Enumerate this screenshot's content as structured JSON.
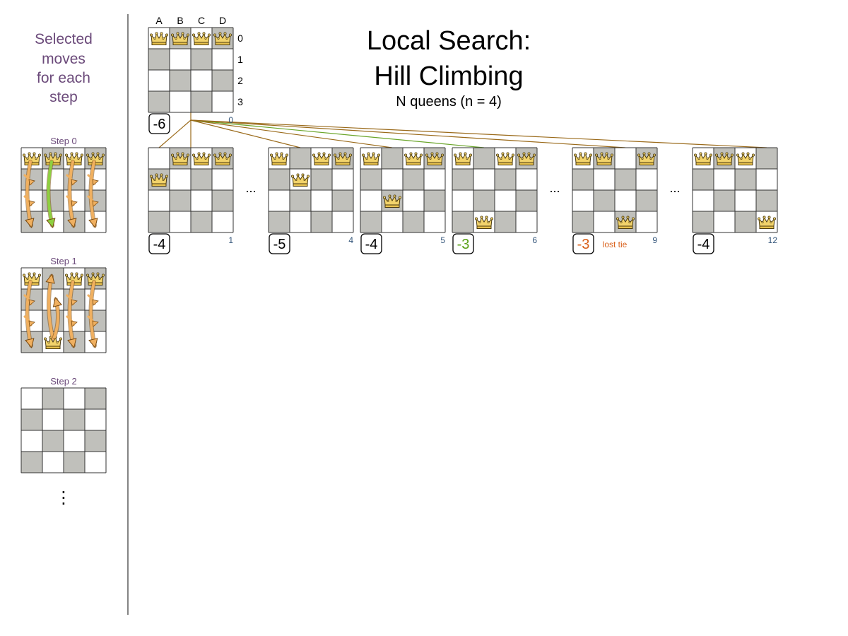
{
  "title_line1": "Local Search:",
  "title_line2": "Hill Climbing",
  "subtitle": "N queens (n = 4)",
  "sidebar_label": [
    "Selected",
    "moves",
    "for each",
    "step"
  ],
  "vdots": "⋮",
  "ellipsis": "...",
  "col_labels": [
    "A",
    "B",
    "C",
    "D"
  ],
  "row_labels": [
    "0",
    "1",
    "2",
    "3"
  ],
  "colors": {
    "label_purple": "#6b4a7a",
    "score_green": "#5aa117",
    "score_orange": "#d9601a",
    "index_blue": "#33557a",
    "edge_brown": "#9a6a1a",
    "edge_green": "#6aa52a",
    "arrow_orange": "#f0b060",
    "arrow_green": "#8ed040",
    "queen_gold": "#f2d36b",
    "dark_cell": "#c0c0bb"
  },
  "root": {
    "score": "-6",
    "index": "0",
    "queens": [
      0,
      0,
      0,
      0
    ]
  },
  "candidates": [
    {
      "score": "-4",
      "index": "1",
      "queens": [
        1,
        0,
        0,
        0
      ],
      "style": "normal",
      "note": "",
      "edge": "brown"
    },
    {
      "score": "-5",
      "index": "4",
      "queens": [
        0,
        1,
        0,
        0
      ],
      "style": "normal",
      "note": "",
      "edge": "brown"
    },
    {
      "score": "-4",
      "index": "5",
      "queens": [
        0,
        2,
        0,
        0
      ],
      "style": "normal",
      "note": "",
      "edge": "brown"
    },
    {
      "score": "-3",
      "index": "6",
      "queens": [
        0,
        3,
        0,
        0
      ],
      "style": "selected",
      "note": "",
      "edge": "green"
    },
    {
      "score": "-3",
      "index": "9",
      "queens": [
        0,
        0,
        3,
        0
      ],
      "style": "lost",
      "note": "lost tie",
      "edge": "brown"
    },
    {
      "score": "-4",
      "index": "12",
      "queens": [
        0,
        0,
        0,
        3
      ],
      "style": "normal",
      "note": "",
      "edge": "brown"
    }
  ],
  "steps": [
    {
      "label": "Step 0",
      "queens": [
        0,
        0,
        0,
        0
      ],
      "arrows": "step0"
    },
    {
      "label": "Step 1",
      "queens": [
        0,
        3,
        0,
        0
      ],
      "arrows": "step1"
    },
    {
      "label": "Step 2",
      "queens": [],
      "arrows": "none"
    }
  ]
}
